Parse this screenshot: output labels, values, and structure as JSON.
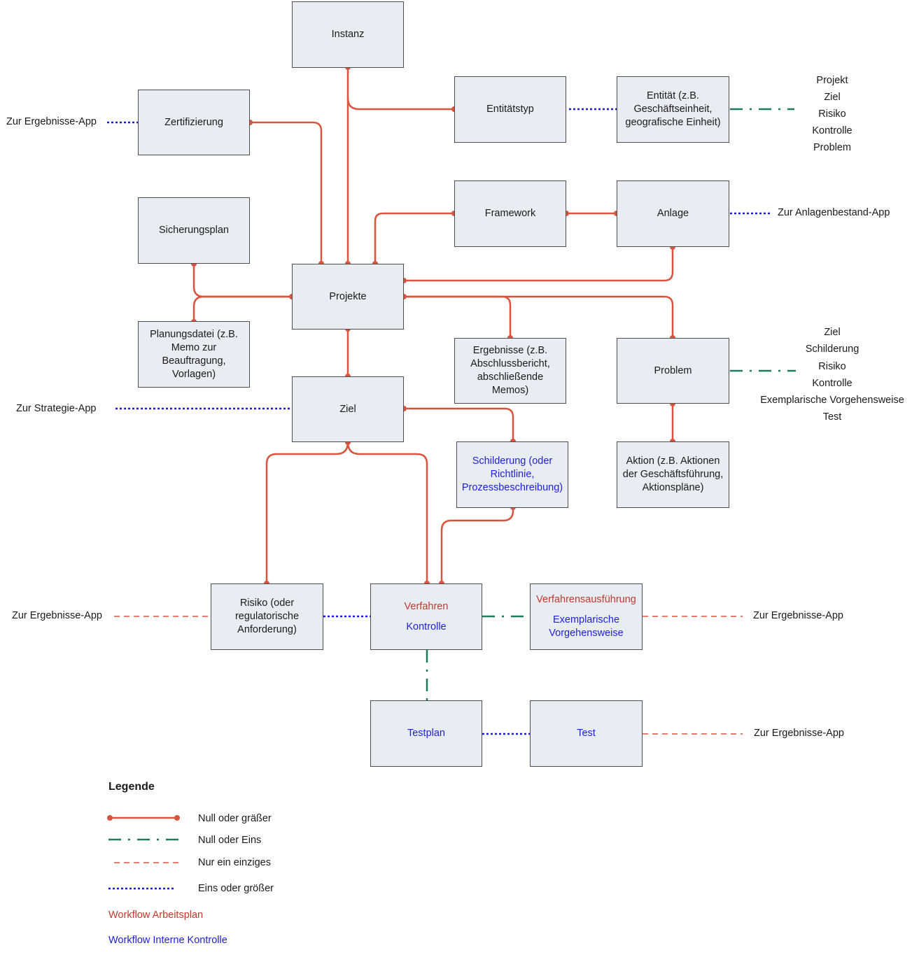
{
  "nodes": {
    "instanz": [
      "Instanz"
    ],
    "zertifizierung": [
      "Zertifizierung"
    ],
    "entitaetstyp": [
      "Entitätstyp"
    ],
    "entitaet": [
      "Entität (z.B.",
      "Geschäftseinheit,",
      "geografische Einheit)"
    ],
    "sicherungsplan": [
      "Sicherungsplan"
    ],
    "framework": [
      "Framework"
    ],
    "anlage": [
      "Anlage"
    ],
    "projekte": [
      "Projekte"
    ],
    "planungsdatei": [
      "Planungsdatei (z.B.",
      "Memo zur",
      "Beauftragung,",
      "Vorlagen)"
    ],
    "ergebnisse": [
      "Ergebnisse (z.B.",
      "Abschlussbericht,",
      "abschließende Memos)"
    ],
    "problem": [
      "Problem"
    ],
    "ziel": [
      "Ziel"
    ],
    "schilderung": [
      "Schilderung (oder",
      "Richtlinie,",
      "Prozessbeschreibung)"
    ],
    "aktion": [
      "Aktion (z.B. Aktionen",
      "der Geschäftsführung,",
      "Aktionspläne)"
    ],
    "risiko": [
      "Risiko (oder",
      "regulatorische",
      "Anforderung)"
    ],
    "verfahren": {
      "top": "Verfahren",
      "bottom": "Kontrolle"
    },
    "verfahrensausfuehrung": {
      "top": "Verfahrensausführung",
      "bottom_1": "Exemplarische",
      "bottom_2": "Vorgehensweise"
    },
    "testplan": [
      "Testplan"
    ],
    "test": [
      "Test"
    ]
  },
  "external_links": {
    "zertifizierung": "Zur Ergebnisse-App",
    "anlage": "Zur Anlagenbestand-App",
    "ziel": "Zur Strategie-App",
    "risiko": "Zur Ergebnisse-App",
    "verfahrensausfuehrung": "Zur Ergebnisse-App",
    "test": "Zur Ergebnisse-App"
  },
  "entity_targets": [
    "Projekt",
    "Ziel",
    "Risiko",
    "Kontrolle",
    "Problem"
  ],
  "problem_targets": [
    "Ziel",
    "Schilderung",
    "Risiko",
    "Kontrolle",
    "Exemplarische Vorgehensweise",
    "Test"
  ],
  "legend": {
    "title": "Legende",
    "items": [
      "Null oder gräßer",
      "Null oder Eins",
      "Nur ein einziges",
      "Eins oder größer"
    ],
    "workflow_work_plan": "Workflow Arbeitsplan",
    "workflow_internal_control": "Workflow Interne Kontrolle"
  },
  "colors": {
    "zero_or_more": "#d9543f",
    "zero_or_one": "#1d7a5a",
    "exactly_one": "#d9543f",
    "one_or_more": "#1a1ad6",
    "workflow_work_plan": "#c0392b",
    "workflow_internal_control": "#1f1fd6",
    "box_fill": "#e8ecf3"
  }
}
